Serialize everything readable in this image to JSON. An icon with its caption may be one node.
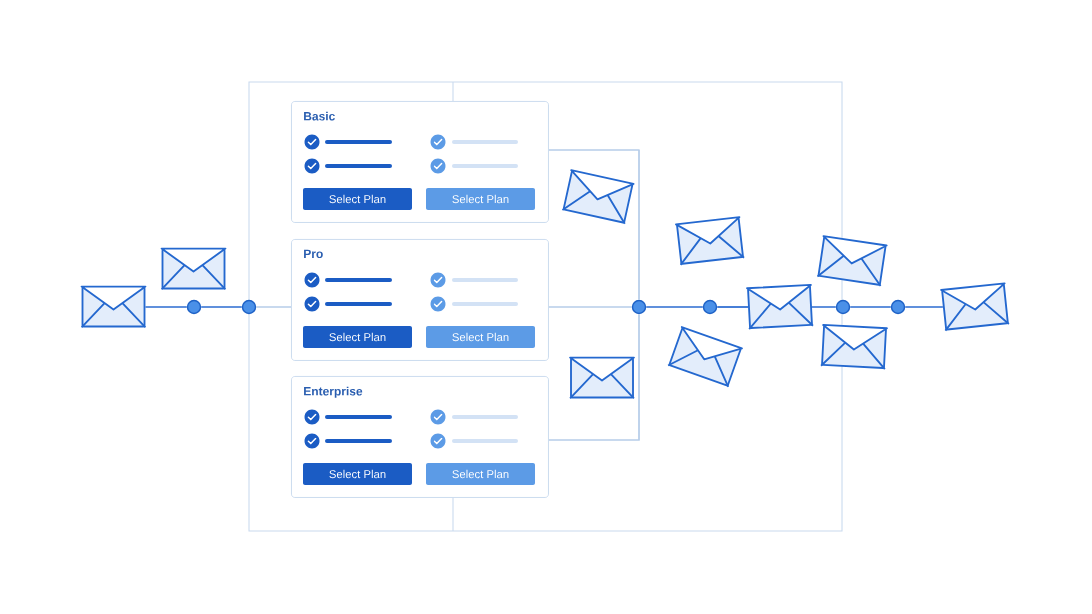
{
  "diagram": {
    "nodes": [
      {
        "text": [],
        "shape": "envelope"
      },
      {
        "text": [],
        "shape": "envelope"
      },
      {
        "text": [],
        "shape": "circle"
      },
      {
        "text": [],
        "shape": "circle"
      },
      {
        "text": [
          "Basic"
        ]
      },
      {
        "text": [
          "Select Plan"
        ],
        "in": 4
      },
      {
        "text": [
          "Select Plan"
        ],
        "in": 4
      },
      {
        "text": [
          "Pro"
        ]
      },
      {
        "text": [
          "Select Plan"
        ],
        "in": 7
      },
      {
        "text": [
          "Select Plan"
        ],
        "in": 7
      },
      {
        "text": [
          "Enterprise"
        ]
      },
      {
        "text": [
          "Select Plan"
        ],
        "in": 10
      },
      {
        "text": [
          "Select Plan"
        ],
        "in": 10
      },
      {
        "text": [],
        "shape": "envelope"
      },
      {
        "text": [],
        "shape": "envelope"
      },
      {
        "text": [],
        "shape": "envelope"
      },
      {
        "text": [],
        "shape": "envelope"
      },
      {
        "text": [],
        "shape": "circle"
      },
      {
        "text": [],
        "shape": "circle"
      },
      {
        "text": [],
        "shape": "envelope"
      },
      {
        "text": [],
        "shape": "envelope"
      },
      {
        "text": [],
        "shape": "envelope"
      },
      {
        "text": [],
        "shape": "circle"
      },
      {
        "text": [],
        "shape": "circle"
      },
      {
        "text": [],
        "shape": "envelope"
      }
    ],
    "edges": [
      {
        "from": 0,
        "to": 2,
        "arrow": "none"
      },
      {
        "from": 2,
        "to": 3,
        "arrow": "none"
      },
      {
        "from": 3,
        "to": 7,
        "arrow": "none",
        "color": "#b6cde9"
      },
      {
        "from": 4,
        "to": 17,
        "arrow": "none",
        "color": "#b6cde9"
      },
      {
        "from": 7,
        "to": 17,
        "arrow": "none",
        "color": "#b6cde9"
      },
      {
        "from": 10,
        "to": 17,
        "arrow": "none",
        "color": "#b6cde9"
      },
      {
        "from": 17,
        "to": 18,
        "arrow": "none"
      },
      {
        "from": 18,
        "to": 19,
        "arrow": "none"
      },
      {
        "from": 19,
        "to": 22,
        "arrow": "none"
      },
      {
        "from": 22,
        "to": 23,
        "arrow": "none"
      },
      {
        "from": 23,
        "to": 24,
        "arrow": "none"
      }
    ]
  }
}
